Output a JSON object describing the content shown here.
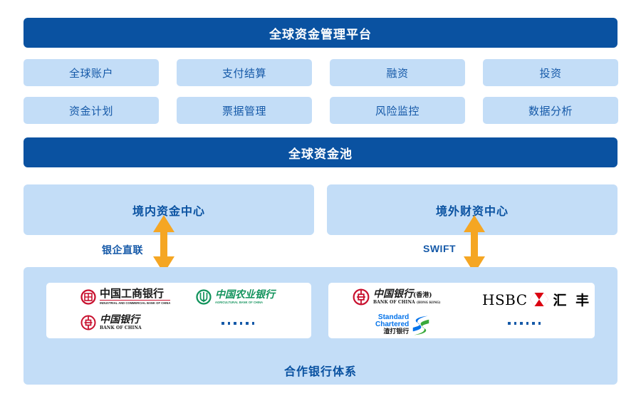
{
  "header": {
    "title": "全球资金管理平台"
  },
  "modules": [
    {
      "label": "全球账户"
    },
    {
      "label": "支付结算"
    },
    {
      "label": "融资"
    },
    {
      "label": "投资"
    },
    {
      "label": "资金计划"
    },
    {
      "label": "票据管理"
    },
    {
      "label": "风险监控"
    },
    {
      "label": "数据分析"
    }
  ],
  "pool": {
    "title": "全球资金池"
  },
  "centers": [
    {
      "label": "境内资金中心"
    },
    {
      "label": "境外财资中心"
    }
  ],
  "connectors": [
    {
      "label": "银企直联",
      "icon": "double-arrow-vertical-icon"
    },
    {
      "label": "SWIFT",
      "icon": "double-arrow-vertical-icon"
    }
  ],
  "banks": {
    "bottom_label": "合作银行体系",
    "ellipsis": "••••••",
    "domestic": [
      {
        "id": "icbc",
        "cn": "中国工商银行",
        "en": "INDUSTRIAL AND COMMERCIAL BANK OF CHINA",
        "mark": "icbc-emblem-icon"
      },
      {
        "id": "abc",
        "cn": "中国农业银行",
        "en": "AGRICULTURAL BANK OF CHINA",
        "mark": "abc-emblem-icon"
      },
      {
        "id": "boc",
        "cn": "中国银行",
        "en": "BANK OF CHINA",
        "mark": "boc-emblem-icon"
      }
    ],
    "overseas": [
      {
        "id": "bochk",
        "cn": "中国银行",
        "cn_suffix": "(香港)",
        "en": "BANK OF CHINA",
        "en_suffix": "(HONG KONG)",
        "mark": "boc-emblem-icon"
      },
      {
        "id": "hsbc",
        "en": "HSBC",
        "cn": "汇 丰",
        "mark": "hsbc-hexagon-icon"
      },
      {
        "id": "sc",
        "en_line1": "Standard",
        "en_line2": "Chartered",
        "cn": "渣打银行",
        "mark": "standard-chartered-helix-icon"
      }
    ]
  },
  "colors": {
    "primary_dark": "#0a52a1",
    "primary_light": "#c3ddf7",
    "accent_arrow": "#f5a623",
    "text_blue": "#1559a8",
    "icbc_red": "#c8102e",
    "abc_green": "#12935c",
    "hsbc_red": "#db0011",
    "sc_blue": "#0473ea",
    "sc_green": "#38a93a"
  }
}
